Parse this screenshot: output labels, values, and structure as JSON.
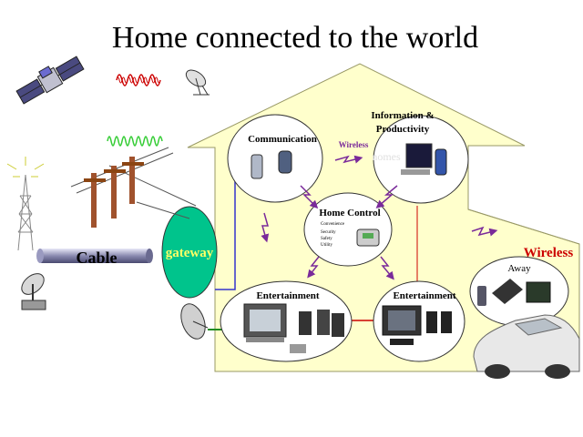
{
  "title": "Home connected to the world",
  "nodes": {
    "communication": "Communication",
    "information": [
      "Information &",
      "Productivity"
    ],
    "home_control": "Home Control",
    "home_control_items": [
      "Convenience",
      "Security",
      "Safety",
      "Utility"
    ],
    "entertainment_left": "Entertainment",
    "entertainment_right": "Entertainment",
    "away": "Away",
    "gateway": "gateway",
    "cable": "Cable",
    "wireless_small": "Wireless",
    "wireless_large": "Wireless",
    "ghost_text": "nomes"
  },
  "colors": {
    "house_fill": "#ffffcc",
    "gateway_fill": "#00c48c",
    "gateway_text": "#ffff66",
    "wireless_red": "#cc0000",
    "link_purple": "#7a2a9a",
    "line_blue": "#3333cc",
    "line_green": "#228b22",
    "line_red": "#cc0000",
    "wave_red": "#cc0000",
    "wave_green": "#33cc33"
  }
}
